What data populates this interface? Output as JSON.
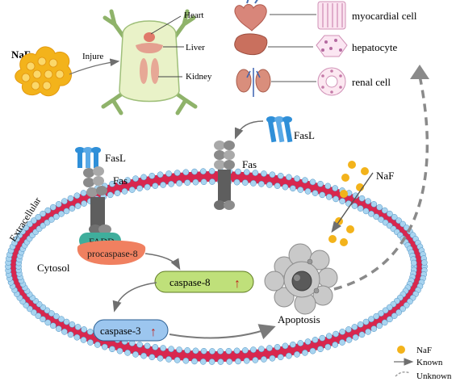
{
  "source": {
    "label": "NaF",
    "arrow_label": "Injure"
  },
  "organs": [
    {
      "name": "Heart",
      "cell": "myocardial cell"
    },
    {
      "name": "Liver",
      "cell": "hepatocyte"
    },
    {
      "name": "Kidney",
      "cell": "renal cell"
    }
  ],
  "receptors": {
    "ligand": "FasL",
    "receptor": "Fas",
    "adaptor": "FADD",
    "procaspase": "procaspase-8"
  },
  "compartments": {
    "extracellular": "Extracellular",
    "cytosol": "Cytosol"
  },
  "caspases": {
    "caspase8": "caspase-8",
    "caspase3": "caspase-3",
    "up_arrow": "↑"
  },
  "ion_label": "NaF",
  "outcome": "Apoptosis",
  "legend": {
    "naf": "NaF",
    "known": "Known",
    "unknown": "Unknown"
  },
  "colors": {
    "membrane_head": "#a8d4f0",
    "membrane_core": "#d8274e",
    "ion": "#f3b31b",
    "caspase8_fill": "#bfe07a",
    "caspase3_fill": "#9cc6ef",
    "fadd": "#3fae9c",
    "procaspase": "#f08060",
    "ligand": "#2f8fd8",
    "receptor": "#7a7a7a",
    "frog": "#e9f2c8",
    "organ": "#e09a8a"
  }
}
